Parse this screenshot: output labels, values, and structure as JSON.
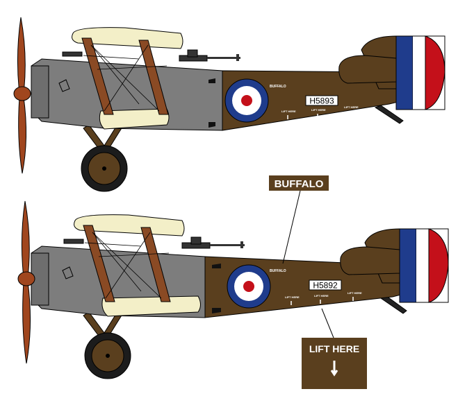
{
  "aircraft": [
    {
      "serial": "H5893",
      "name_stencil": "BUFFALO",
      "lift_stencil": "LIFT HERE",
      "lift_stencil_count": 3
    },
    {
      "serial": "H5892",
      "name_stencil": "BUFFALO",
      "lift_stencil": "LIFT HERE",
      "lift_stencil_count": 3
    }
  ],
  "callouts": {
    "name_label": "BUFFALO",
    "lift_label": "LIFT HERE"
  },
  "colors": {
    "fuselage_brown": "#5a3f1e",
    "nose_grey": "#7d7d7d",
    "wing_cream": "#f3efc8",
    "strut_brown": "#8a4a24",
    "propeller": "#a0461e",
    "roundel_blue": "#1f3c8c",
    "roundel_red": "#c4101a",
    "callout_bg": "#5a3f1e"
  }
}
